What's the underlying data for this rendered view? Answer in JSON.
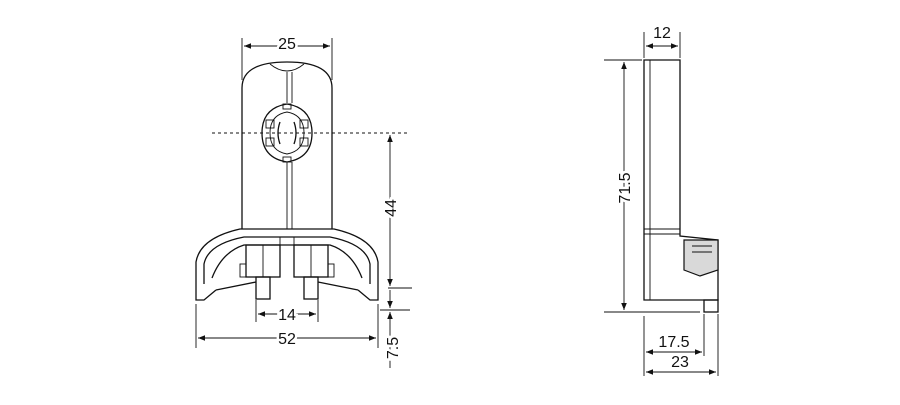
{
  "dimensions": {
    "front_width": "25",
    "height_to_center": "44",
    "pin_spacing": "14",
    "base_width": "52",
    "base_offset": "7.5",
    "side_thickness": "12",
    "total_height": "71.5",
    "side_base_inner": "17.5",
    "side_base_total": "23"
  },
  "colors": {
    "line": "#111111",
    "shade": "#d9d9d9",
    "background": "#ffffff"
  }
}
